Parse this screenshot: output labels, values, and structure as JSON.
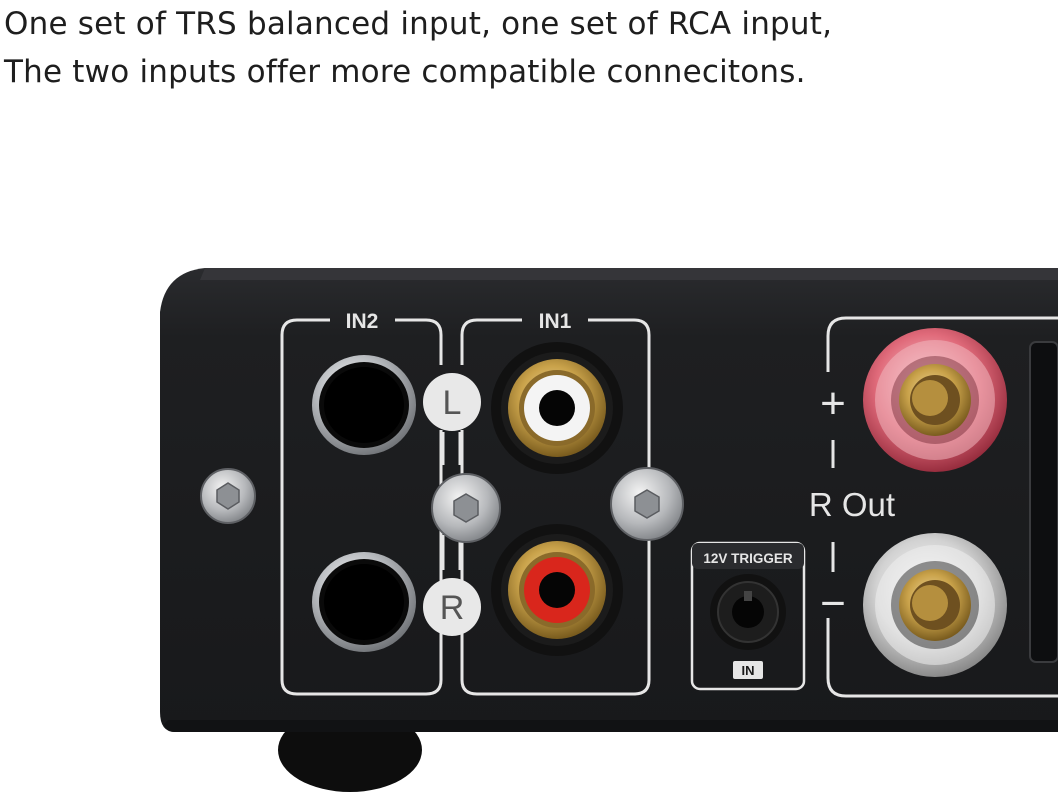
{
  "caption": {
    "line1": "One set of TRS balanced input, one set of RCA input,",
    "line2": "The two inputs offer more compatible connecitons."
  },
  "panel": {
    "in2_label": "IN2",
    "in1_label": "IN1",
    "left_label": "L",
    "right_label": "R",
    "trigger_label": "12V TRIGGER",
    "trigger_in_label": "IN",
    "plus_sign": "+",
    "minus_sign": "−",
    "r_out_label": "R Out"
  },
  "colors": {
    "background": "#ffffff",
    "panel": "#1f2022",
    "panel_edge": "#2b2c2f",
    "line_art": "#e6e6e6",
    "rca_left_insulator": "#f4f4f4",
    "rca_right_insulator": "#d9261c",
    "gold": "#c9a24a",
    "post_red": "#d7465a",
    "post_clear": "#d8d8d8"
  }
}
